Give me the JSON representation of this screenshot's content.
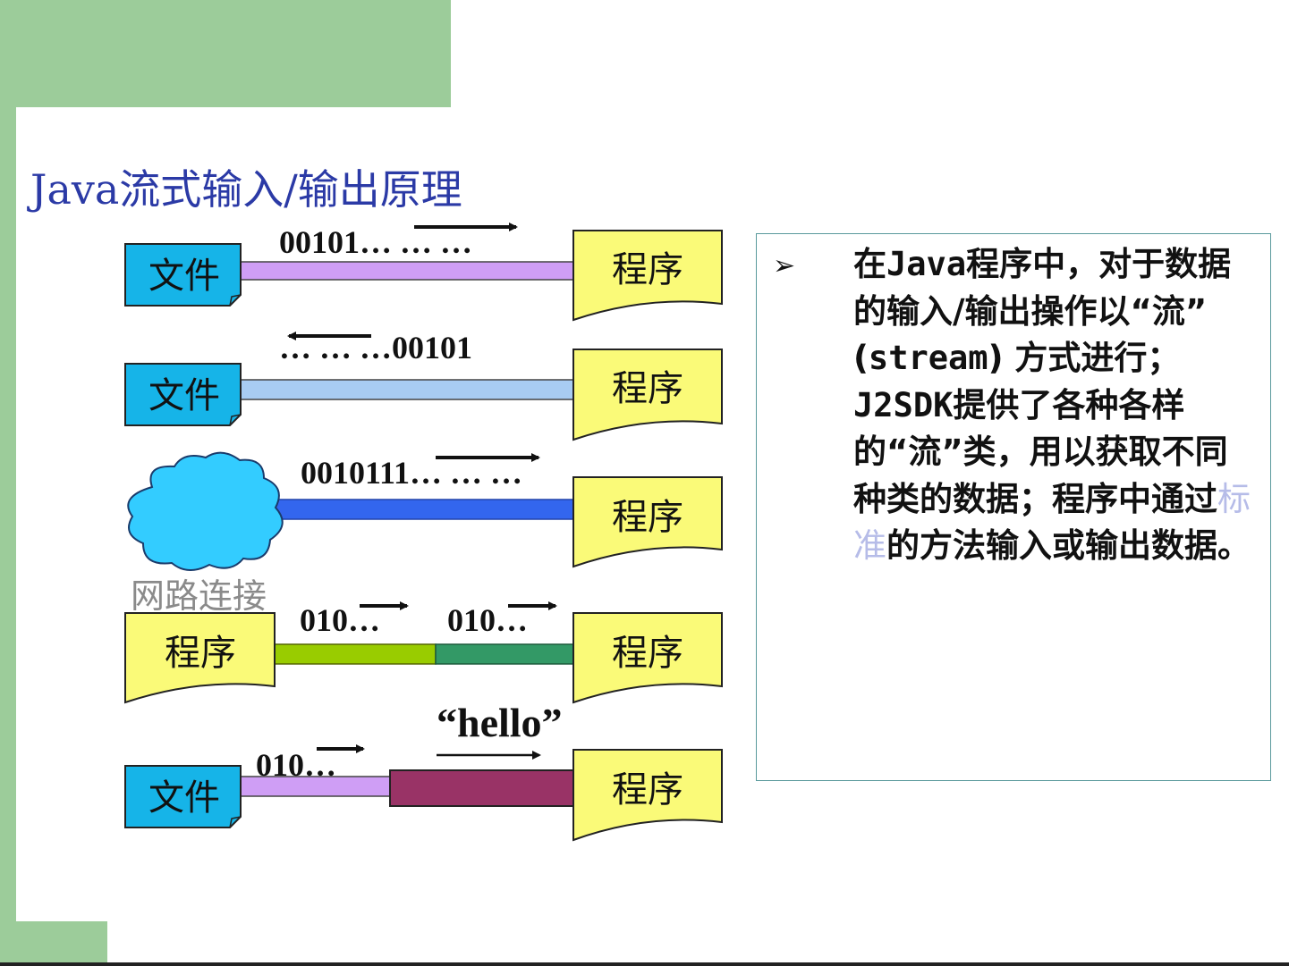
{
  "title": "Java流式输入/输出原理",
  "labels": {
    "file": "文件",
    "program": "程序",
    "network": "网路连接"
  },
  "bits": {
    "row1": "00101… … …",
    "row2": "… … …00101",
    "row3": "0010111… … …",
    "row4a": "010…",
    "row4b": "010…",
    "row5a": "010…",
    "row5b": "“hello”"
  },
  "description": {
    "bullet": "➢",
    "p1": "在",
    "p2": "Java",
    "p3": "程序中，对于数据的输入/输出操作以“流” (",
    "p4": "stream",
    "p5": ") 方式进行；",
    "p6": "J2SDK",
    "p7": "提供了各种各样的“流”类，用以获取不同种类的数据；程序中通过",
    "p8": "标准",
    "p9": "的方法输入或输出数据。"
  },
  "colors": {
    "deco_green": "#9ccc9a",
    "title_blue": "#2b3aa6",
    "file_box": "#16b4e8",
    "program_box": "#fafa78",
    "pipe1": "#cf9ef5",
    "pipe2": "#a8ccf2",
    "pipe3": "#3366ee",
    "pipe4a": "#99cc00",
    "pipe4b": "#339966",
    "pipe5a": "#cf9ef5",
    "pipe5b": "#993366",
    "cloud": "#33ccff"
  }
}
